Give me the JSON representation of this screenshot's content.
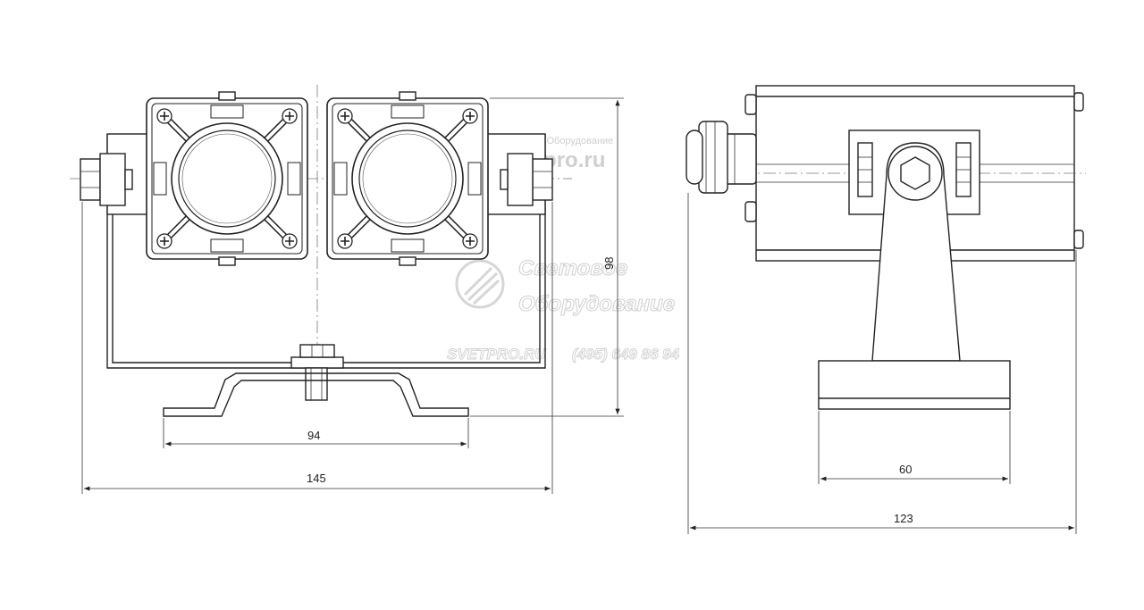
{
  "dimensions": {
    "front_width": "145",
    "front_mount_width": "94",
    "front_height": "98",
    "side_width": "123",
    "side_base_width": "60"
  },
  "watermark": {
    "tagline": "Световое Оборудование",
    "site": "svetpro.ru",
    "big_line1": "Световое",
    "big_line2": "Оборудование",
    "contact_site": "SVETPRO.RU",
    "contact_phone": "(495) 649 86 94"
  },
  "colors": {
    "line": "#222222",
    "watermark": "#cfcfcf"
  }
}
